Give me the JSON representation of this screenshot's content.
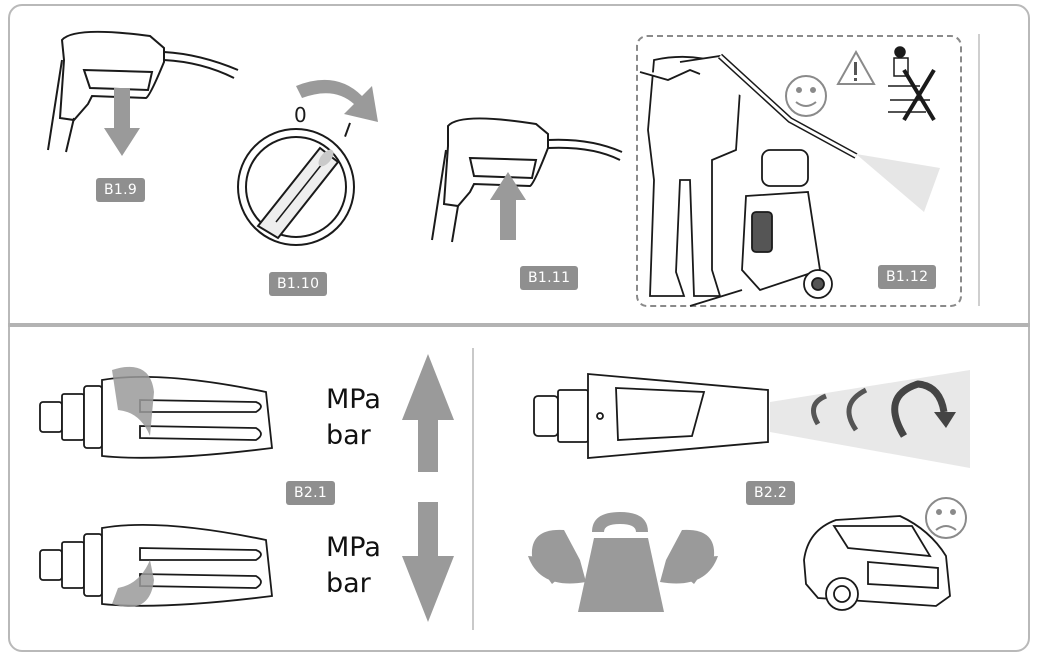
{
  "steps": {
    "b1_9": "B1.9",
    "b1_10": "B1.10",
    "b1_11": "B1.11",
    "b1_12": "B1.12",
    "b2_1": "B2.1",
    "b2_2": "B2.2"
  },
  "switch": {
    "off": "0",
    "on": "I"
  },
  "pressure_up": {
    "unit1": "MPa",
    "unit2": "bar"
  },
  "pressure_down": {
    "unit1": "MPa",
    "unit2": "bar"
  },
  "colors": {
    "arrow": "#9a9a9a",
    "tag": "#8f8f8f",
    "line": "#1a1a1a"
  }
}
